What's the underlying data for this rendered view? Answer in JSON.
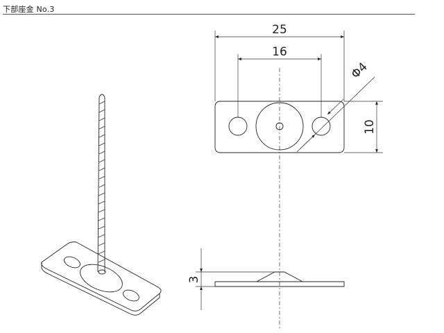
{
  "title": "下部座金 No.3",
  "dimensions": {
    "overall_width": "25",
    "hole_spacing": "16",
    "hole_diameter": "Φ4",
    "height": "10",
    "thickness": "3"
  }
}
